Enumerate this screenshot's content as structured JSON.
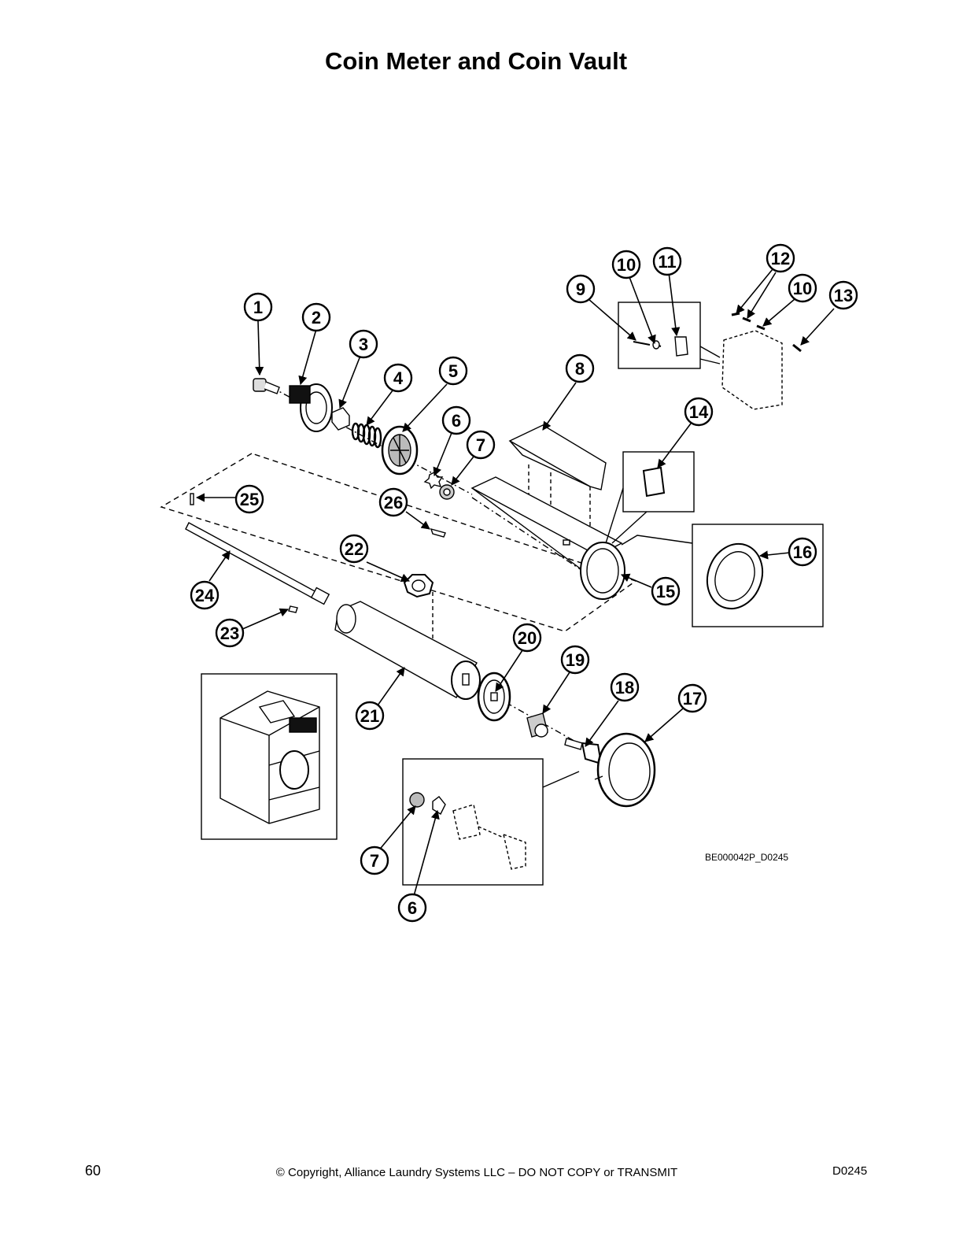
{
  "page": {
    "title": "Coin Meter and Coin Vault",
    "reference_code": "BE000042P_D0245",
    "page_number": "60",
    "copyright": "© Copyright, Alliance Laundry Systems LLC – DO NOT COPY or TRANSMIT",
    "doc_code": "D0245"
  },
  "callouts": [
    "1",
    "2",
    "3",
    "4",
    "5",
    "6",
    "7",
    "8",
    "9",
    "10",
    "11",
    "12",
    "10",
    "13",
    "14",
    "15",
    "16",
    "17",
    "18",
    "19",
    "20",
    "21",
    "22",
    "23",
    "24",
    "25",
    "26",
    "7",
    "6"
  ]
}
